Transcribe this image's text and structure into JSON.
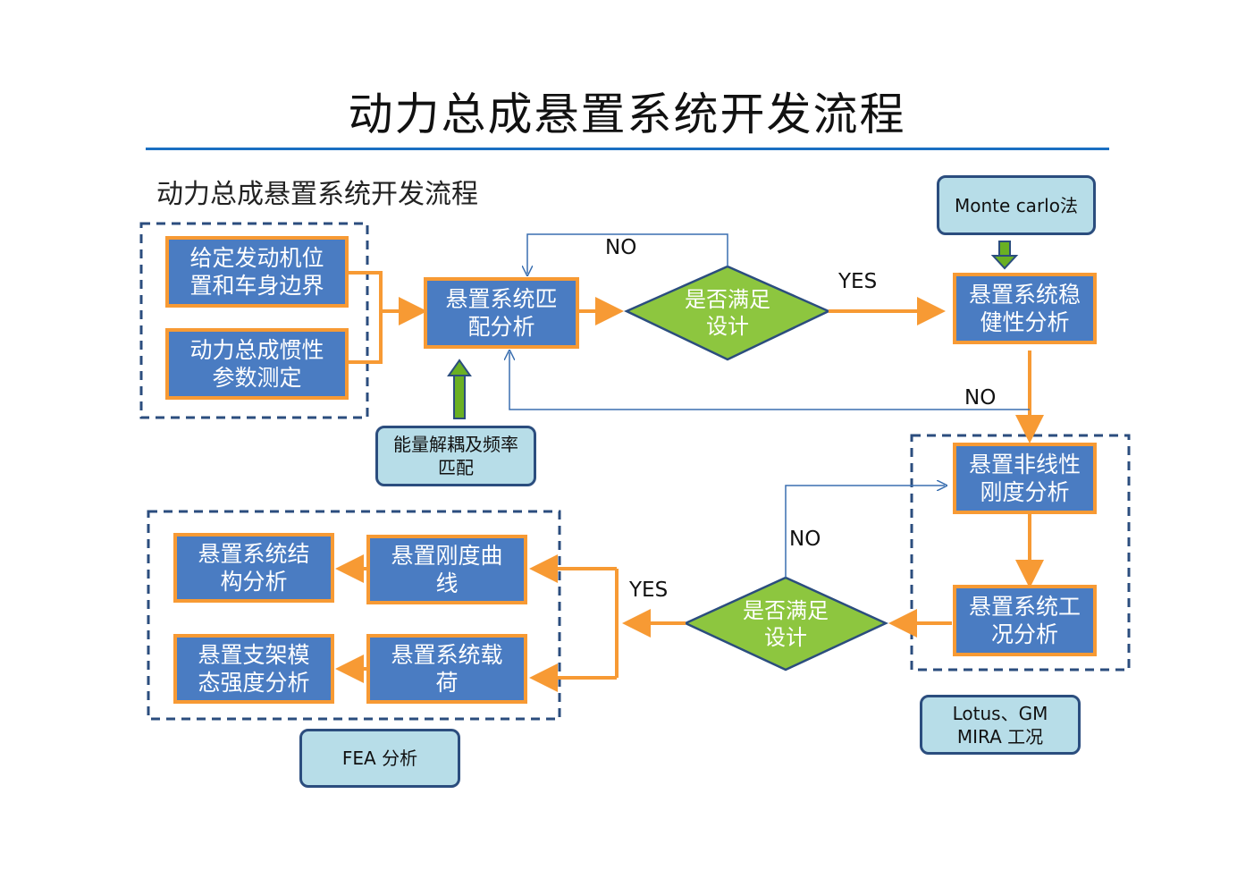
{
  "title": "动力总成悬置系统开发流程",
  "subtitle": "动力总成悬置系统开发流程",
  "boxes": {
    "engine_position": "给定发动机位置和车身边界",
    "inertia_measure": "动力总成惯性参数测定",
    "matching": "悬置系统匹配分析",
    "stability": "悬置系统稳健性分析",
    "nonlinear": "悬置非线性刚度分析",
    "condition": "悬置系统工况分析",
    "stiffness_curve": "悬置刚度曲线",
    "structure": "悬置系统结构分析",
    "load": "悬置系统载荷",
    "bracket": "悬置支架模态强度分析"
  },
  "decisions": {
    "top": "是否满足设计",
    "bottom": "是否满足设计"
  },
  "notes": {
    "monte_carlo": "Monte carlo法",
    "energy": "能量解耦及频率匹配",
    "fea": "FEA 分析",
    "lotus": "Lotus、GM MIRA 工况"
  },
  "labels": {
    "no_top": "NO",
    "yes_top": "YES",
    "no_mid": "NO",
    "no_bottom": "NO",
    "yes_bottom": "YES"
  },
  "colors": {
    "box_fill": "#4a7cc2",
    "box_border": "#f79a34",
    "diamond_fill": "#8dc63f",
    "note_fill": "#b7dde8",
    "thin_line": "#3a6fb0",
    "green_arrow": "#6ab023"
  }
}
